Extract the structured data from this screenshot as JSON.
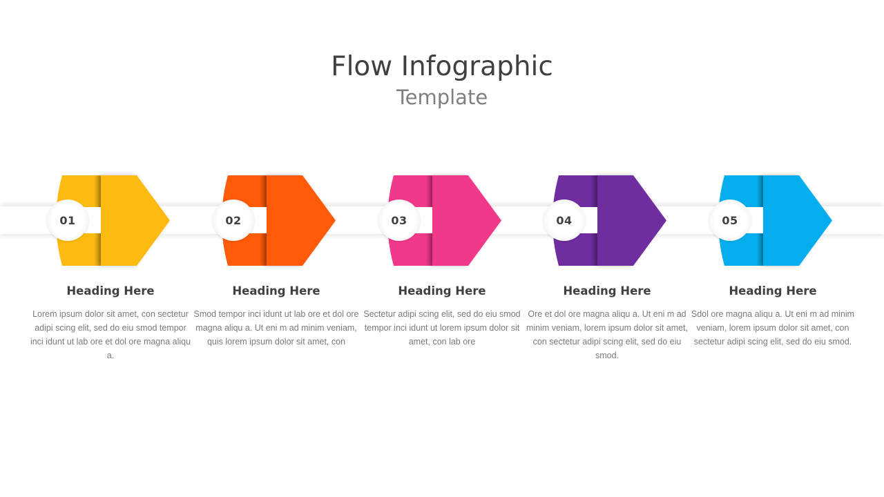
{
  "slide": {
    "title": "Flow Infographic",
    "subtitle": "Template"
  },
  "steps": [
    {
      "number": "01",
      "color": "#FDBB11",
      "heading": "Heading Here",
      "body": "Lorem ipsum dolor sit amet, con sectetur adipi scing elit, sed do eiu smod tempor inci idunt ut lab ore et dol ore magna aliqu a."
    },
    {
      "number": "02",
      "color": "#FE5A08",
      "heading": "Heading Here",
      "body": "Smod tempor inci idunt ut lab ore et dol ore magna aliqu a. Ut eni m ad minim veniam, quis lorem ipsum dolor sit amet, con"
    },
    {
      "number": "03",
      "color": "#F2388B",
      "heading": "Heading Here",
      "body": "Sectetur adipi scing elit, sed do eiu smod tempor inci idunt ut lorem ipsum dolor sit amet, con lab ore"
    },
    {
      "number": "04",
      "color": "#6F2DA0",
      "heading": "Heading Here",
      "body": "Ore et dol ore magna aliqu a. Ut eni m ad minim veniam, lorem ipsum dolor sit amet, con sectetur adipi scing elit, sed do eiu smod."
    },
    {
      "number": "05",
      "color": "#04AEEE",
      "heading": "Heading Here",
      "body": "Sdol ore magna aliqu a. Ut eni m ad minim veniam, lorem ipsum dolor sit amet, con sectetur adipi scing elit, sed do eiu smod."
    }
  ]
}
